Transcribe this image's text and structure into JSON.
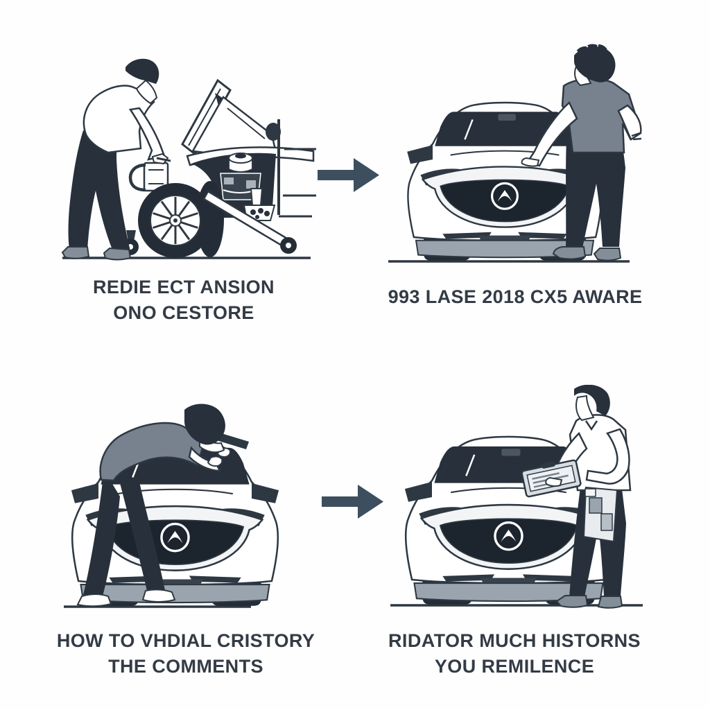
{
  "illustration": {
    "type": "four-step car inspection illustration",
    "subject": "Mazda CX-5 SUV with technicians",
    "colors": {
      "ink": "#2e3842",
      "dark_fill": "#27303b",
      "tire": "#242d37",
      "grille": "#1c242e",
      "shirt_gray": "#78828f",
      "shoe_gray": "#848e98",
      "light_gray": "#aab3bc",
      "bumper_gray": "#9aa4ae",
      "arrow": "#3d4f5e",
      "text": "#333b45",
      "background": "#ffffff"
    },
    "panels": [
      {
        "id": "engine-service",
        "scene": "man in white shirt leaning over disassembled car front with open hood, exposed engine, large spoked wheel and jack stand",
        "caption": {
          "line1": "REDIE ECT ANSION",
          "line2": "ONO CESTORE"
        }
      },
      {
        "id": "exterior-check",
        "scene": "man in gray shirt touching the hood of a white Mazda CX-5, front view",
        "caption": {
          "line1": "993 LASE 2018 CX5 AWARE",
          "line2": ""
        }
      },
      {
        "id": "hood-inspection",
        "scene": "man in gray shirt bent over the hood inspecting the windshield wiper of a white Mazda CX-5",
        "caption": {
          "line1": "HOW TO VHDIAL CRISTORY",
          "line2": "THE COMMENTS"
        }
      },
      {
        "id": "report-review",
        "scene": "man in white shirt holding a clipboard checklist beside a white Mazda CX-5, front view",
        "caption": {
          "line1": "RIDATOR MUCH HISTORNS",
          "line2": "YOU REMILENCE"
        }
      }
    ],
    "arrows": [
      {
        "id": "arrow-step-1-2",
        "direction": "right"
      },
      {
        "id": "arrow-step-3-4",
        "direction": "right"
      }
    ]
  }
}
